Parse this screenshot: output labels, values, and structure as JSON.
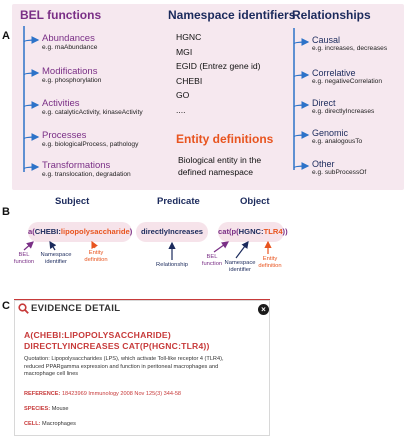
{
  "panel_labels": {
    "a": "A",
    "b": "B",
    "c": "C"
  },
  "bel_functions": {
    "header": "BEL functions",
    "items": [
      {
        "title": "Abundances",
        "example": "e.g. maAbundance"
      },
      {
        "title": "Modifications",
        "example": "e.g. phosphorylation"
      },
      {
        "title": "Activities",
        "example": "e.g. catalyticActivity, kinaseActivity"
      },
      {
        "title": "Processes",
        "example": "e.g. biologicalProcess, pathology"
      },
      {
        "title": "Transformations",
        "example": "e.g. translocation, degradation"
      }
    ]
  },
  "namespace": {
    "header": "Namespace identifiers",
    "items": [
      "HGNC",
      "MGI",
      "EGID (Entrez gene id)",
      "CHEBI",
      "GO",
      "...."
    ]
  },
  "entity": {
    "header": "Entity definitions",
    "text_line1": "Biological entity in the",
    "text_line2": "defined namespace"
  },
  "relationships": {
    "header": "Relationships",
    "items": [
      {
        "title": "Causal",
        "example": "e.g. increases, decreases"
      },
      {
        "title": "Correlative",
        "example": "e.g. negativeCorrelation"
      },
      {
        "title": "Direct",
        "example": "e.g. directlyIncreases"
      },
      {
        "title": "Genomic",
        "example": "e.g. analogousTo"
      },
      {
        "title": "Other",
        "example": "e.g. subProcessOf"
      }
    ]
  },
  "statement": {
    "subject_header": "Subject",
    "predicate_header": "Predicate",
    "object_header": "Object",
    "subject": {
      "fn": "a(",
      "ns": "CHEBI:",
      "entity": "lipopolysaccharide",
      "close": ")"
    },
    "predicate": "directlyIncreases",
    "object": {
      "fn": "cat(p(",
      "ns": "HGNC:",
      "entity": "TLR4",
      "close": "))"
    },
    "labels": {
      "bel_line1": "BEL",
      "bel_line2": "function",
      "ns_line1": "Namespace",
      "ns_line2": "identifier",
      "entity_line1": "Entity",
      "entity_line2": "definition",
      "relationship": "Relationship"
    }
  },
  "evidence": {
    "title": "EVIDENCE DETAIL",
    "statement_line1": "A(CHEBI:LIPOPOLYSACCHARIDE)",
    "statement_line2": "DIRECTLYINCREASES CAT(P(HGNC:TLR4))",
    "quote_line1": "Quotation: Lipopolysaccharides (LPS), which activate Toll-like receptor 4 (TLR4),",
    "quote_line2": "reduced PPARgamma expression and function in peritoneal macrophages and",
    "quote_line3": "macrophage cell lines",
    "reference_label": "REFERENCE:",
    "reference_value": "18423969 Immunology 2008 Nov 125(3) 344-58",
    "species_label": "SPECIES:",
    "species_value": "Mouse",
    "cell_label": "CELL:",
    "cell_value": "Macrophages"
  },
  "colors": {
    "purple": "#7a2f86",
    "navy": "#1b2a5c",
    "orange": "#e8541f",
    "red": "#c73a3a",
    "blue_arrow": "#2d73c9"
  }
}
